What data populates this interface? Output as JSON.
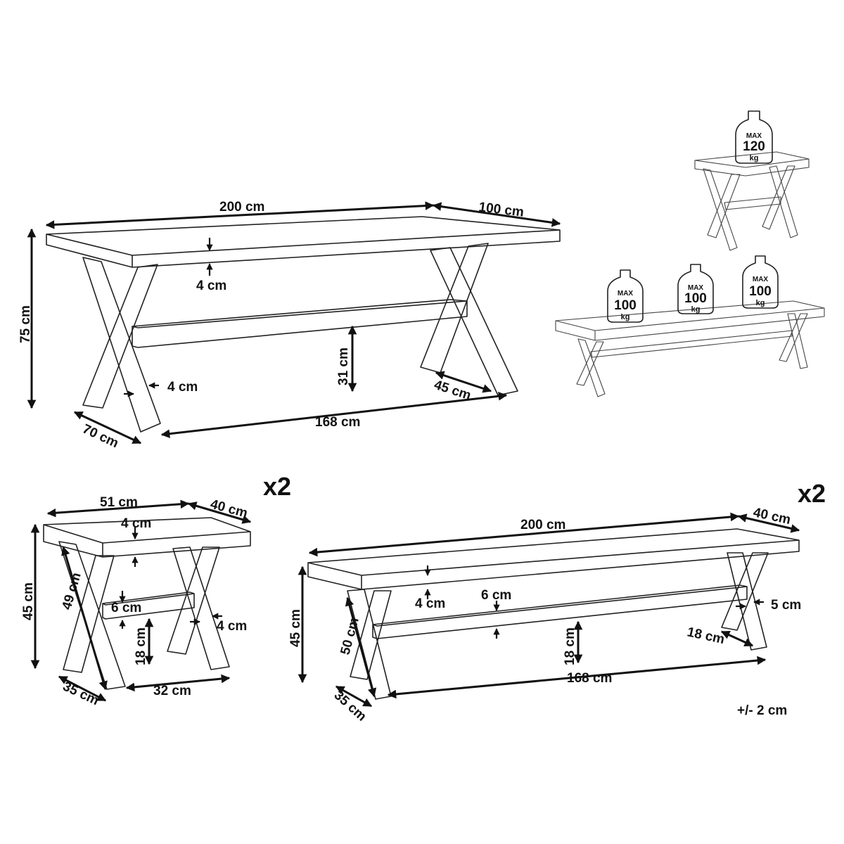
{
  "table": {
    "length": "200 cm",
    "depth": "100 cm",
    "height": "75 cm",
    "top_thickness": "4 cm",
    "leg_thickness": "4 cm",
    "stretcher_height": "31 cm",
    "foot_depth": "45 cm",
    "leg_spread": "70 cm",
    "inner_span": "168 cm"
  },
  "stool": {
    "quantity": "x2",
    "length": "51 cm",
    "depth": "40 cm",
    "height": "45 cm",
    "top_thickness": "4 cm",
    "leg_length": "49 cm",
    "stretcher_thickness": "6 cm",
    "leg_thickness": "4 cm",
    "stretcher_height": "18 cm",
    "leg_spread": "35 cm",
    "inner_span": "32 cm"
  },
  "bench": {
    "quantity": "x2",
    "length": "200 cm",
    "depth": "40 cm",
    "height": "45 cm",
    "top_thickness": "4 cm",
    "stretcher_thickness": "6 cm",
    "leg_thickness": "5 cm",
    "leg_length": "50 cm",
    "stretcher_height": "18 cm",
    "foot_depth": "18 cm",
    "leg_spread": "35 cm",
    "inner_span": "168 cm"
  },
  "tolerance": "+/- 2 cm",
  "load_badges": {
    "stool": {
      "top": "MAX",
      "value": "120",
      "unit": "kg"
    },
    "bench_left": {
      "top": "MAX",
      "value": "100",
      "unit": "kg"
    },
    "bench_middle": {
      "top": "MAX",
      "value": "100",
      "unit": "kg"
    },
    "bench_right": {
      "top": "MAX",
      "value": "100",
      "unit": "kg"
    }
  }
}
